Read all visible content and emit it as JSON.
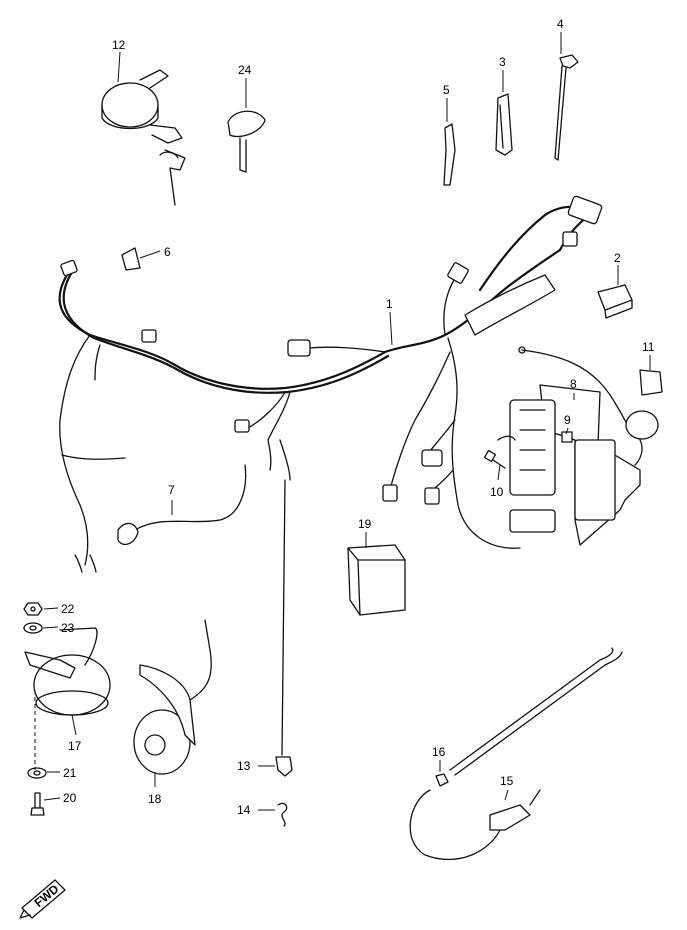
{
  "diagram": {
    "callouts": [
      {
        "id": "1",
        "label": "1"
      },
      {
        "id": "2",
        "label": "2"
      },
      {
        "id": "3",
        "label": "3"
      },
      {
        "id": "4",
        "label": "4"
      },
      {
        "id": "5",
        "label": "5"
      },
      {
        "id": "6",
        "label": "6"
      },
      {
        "id": "7",
        "label": "7"
      },
      {
        "id": "8",
        "label": "8"
      },
      {
        "id": "9",
        "label": "9"
      },
      {
        "id": "10",
        "label": "10"
      },
      {
        "id": "11",
        "label": "11"
      },
      {
        "id": "12",
        "label": "12"
      },
      {
        "id": "13",
        "label": "13"
      },
      {
        "id": "14",
        "label": "14"
      },
      {
        "id": "15",
        "label": "15"
      },
      {
        "id": "16",
        "label": "16"
      },
      {
        "id": "17",
        "label": "17"
      },
      {
        "id": "18",
        "label": "18"
      },
      {
        "id": "19",
        "label": "19"
      },
      {
        "id": "20",
        "label": "20"
      },
      {
        "id": "21",
        "label": "21"
      },
      {
        "id": "22",
        "label": "22"
      },
      {
        "id": "23",
        "label": "23"
      },
      {
        "id": "24",
        "label": "24"
      }
    ],
    "fwd_badge": "FWD"
  }
}
